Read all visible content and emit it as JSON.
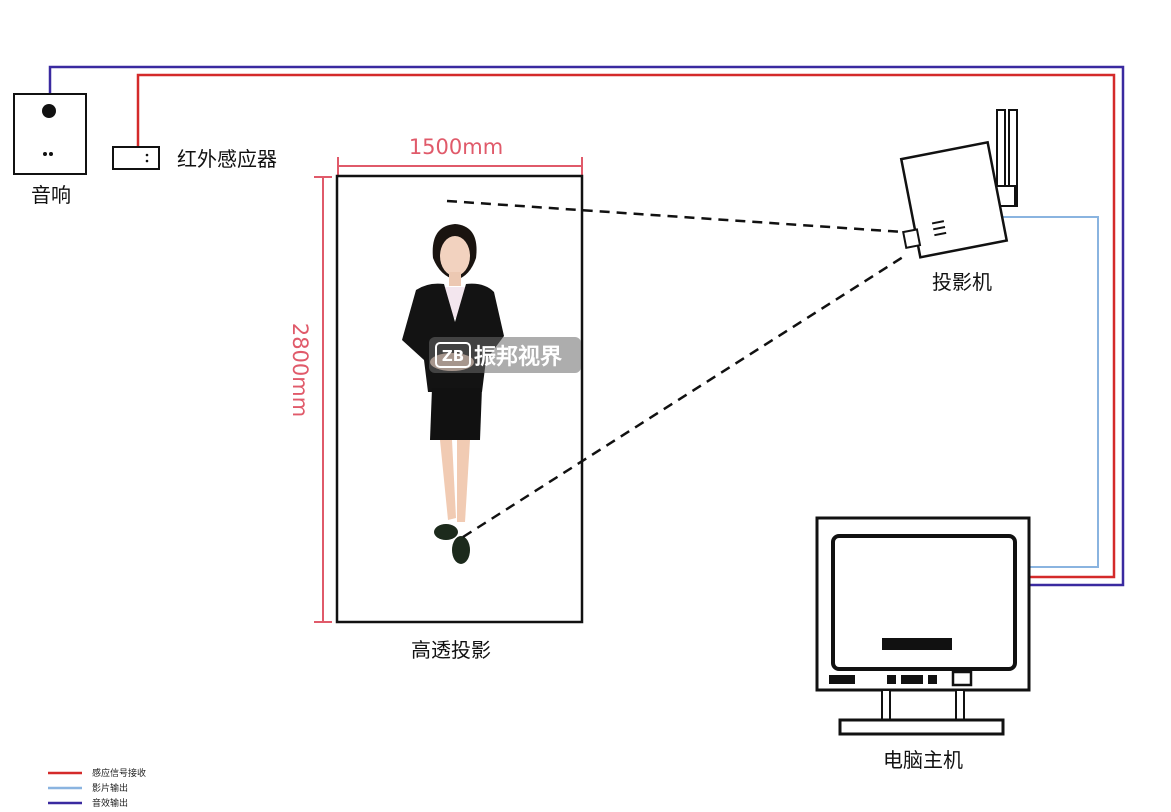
{
  "labels": {
    "speaker": "音响",
    "ir_sensor": "红外感应器",
    "projector": "投影机",
    "screen": "高透投影",
    "computer": "电脑主机",
    "width_dim": "1500mm",
    "height_dim": "2800mm",
    "watermark": "振邦视界"
  },
  "legend": [
    {
      "label": "感应信号接收",
      "color": "#d42a2a"
    },
    {
      "label": "影片输出",
      "color": "#8ab4e0"
    },
    {
      "label": "音效输出",
      "color": "#3a2aa0"
    }
  ],
  "colors": {
    "signal_line": "#d42a2a",
    "video_line": "#8ab4e0",
    "audio_line": "#3a2aa0",
    "dimension": "#e05a6a"
  }
}
